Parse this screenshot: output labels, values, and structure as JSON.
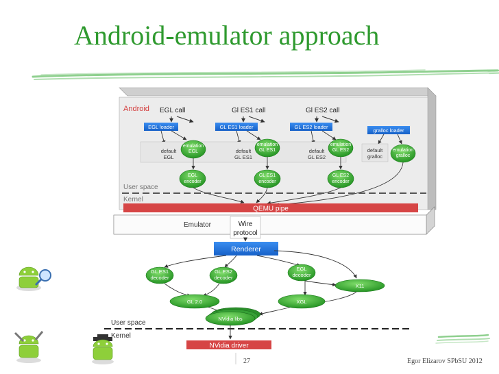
{
  "slide": {
    "title": "Android-emulator approach",
    "page_number": "27",
    "author": "Egor Elizarov SPbSU 2012"
  },
  "android": {
    "label": "Android",
    "calls": [
      "EGL call",
      "Gl ES1 call",
      "Gl ES2 call"
    ],
    "loaders": [
      "EGL loader",
      "GL ES1 loader",
      "GL ES2 loader",
      "gralloc loader"
    ],
    "defaults": [
      [
        "default",
        "EGL"
      ],
      [
        "default",
        "GL ES1"
      ],
      [
        "default",
        "GL ES2"
      ],
      [
        "default",
        "gralloc"
      ]
    ],
    "emulations": [
      [
        "emulation",
        "EGL"
      ],
      [
        "emulation",
        "GL ES1"
      ],
      [
        "emulation",
        "GL ES2"
      ],
      [
        "emulation",
        "gralloc"
      ]
    ],
    "encoders": [
      [
        "EGL",
        "encoder"
      ],
      [
        "GL ES1",
        "encoder"
      ],
      [
        "GL ES2",
        "encoder"
      ]
    ],
    "user_space": "User space",
    "kernel": "Kernel",
    "qemu_pipe": "QEMU pipe"
  },
  "emulator": {
    "label": "Emulator",
    "wire_protocol": [
      "Wire",
      "protocol"
    ],
    "renderer": "Renderer",
    "decoders": [
      [
        "GL ES1",
        "decoder"
      ],
      [
        "GL ES2",
        "decoder"
      ],
      [
        "EGL",
        "decoder"
      ]
    ],
    "x11": "X11",
    "gl20": "GL 2.0",
    "xgl": "XGL",
    "nvidia_libs": "NVidia libs",
    "user_space": "User space",
    "kernel": "Kernel",
    "nvidia_driver": "NVidia driver"
  },
  "colors": {
    "title": "#2f9a2f",
    "blue": "#1b6fd6",
    "green": "#2fa52f",
    "red": "#d64545",
    "panel": "#eeeeee"
  },
  "icons": [
    "android-robot-magnifier-icon",
    "android-robot-tools-icon",
    "android-robot-detective-icon"
  ]
}
